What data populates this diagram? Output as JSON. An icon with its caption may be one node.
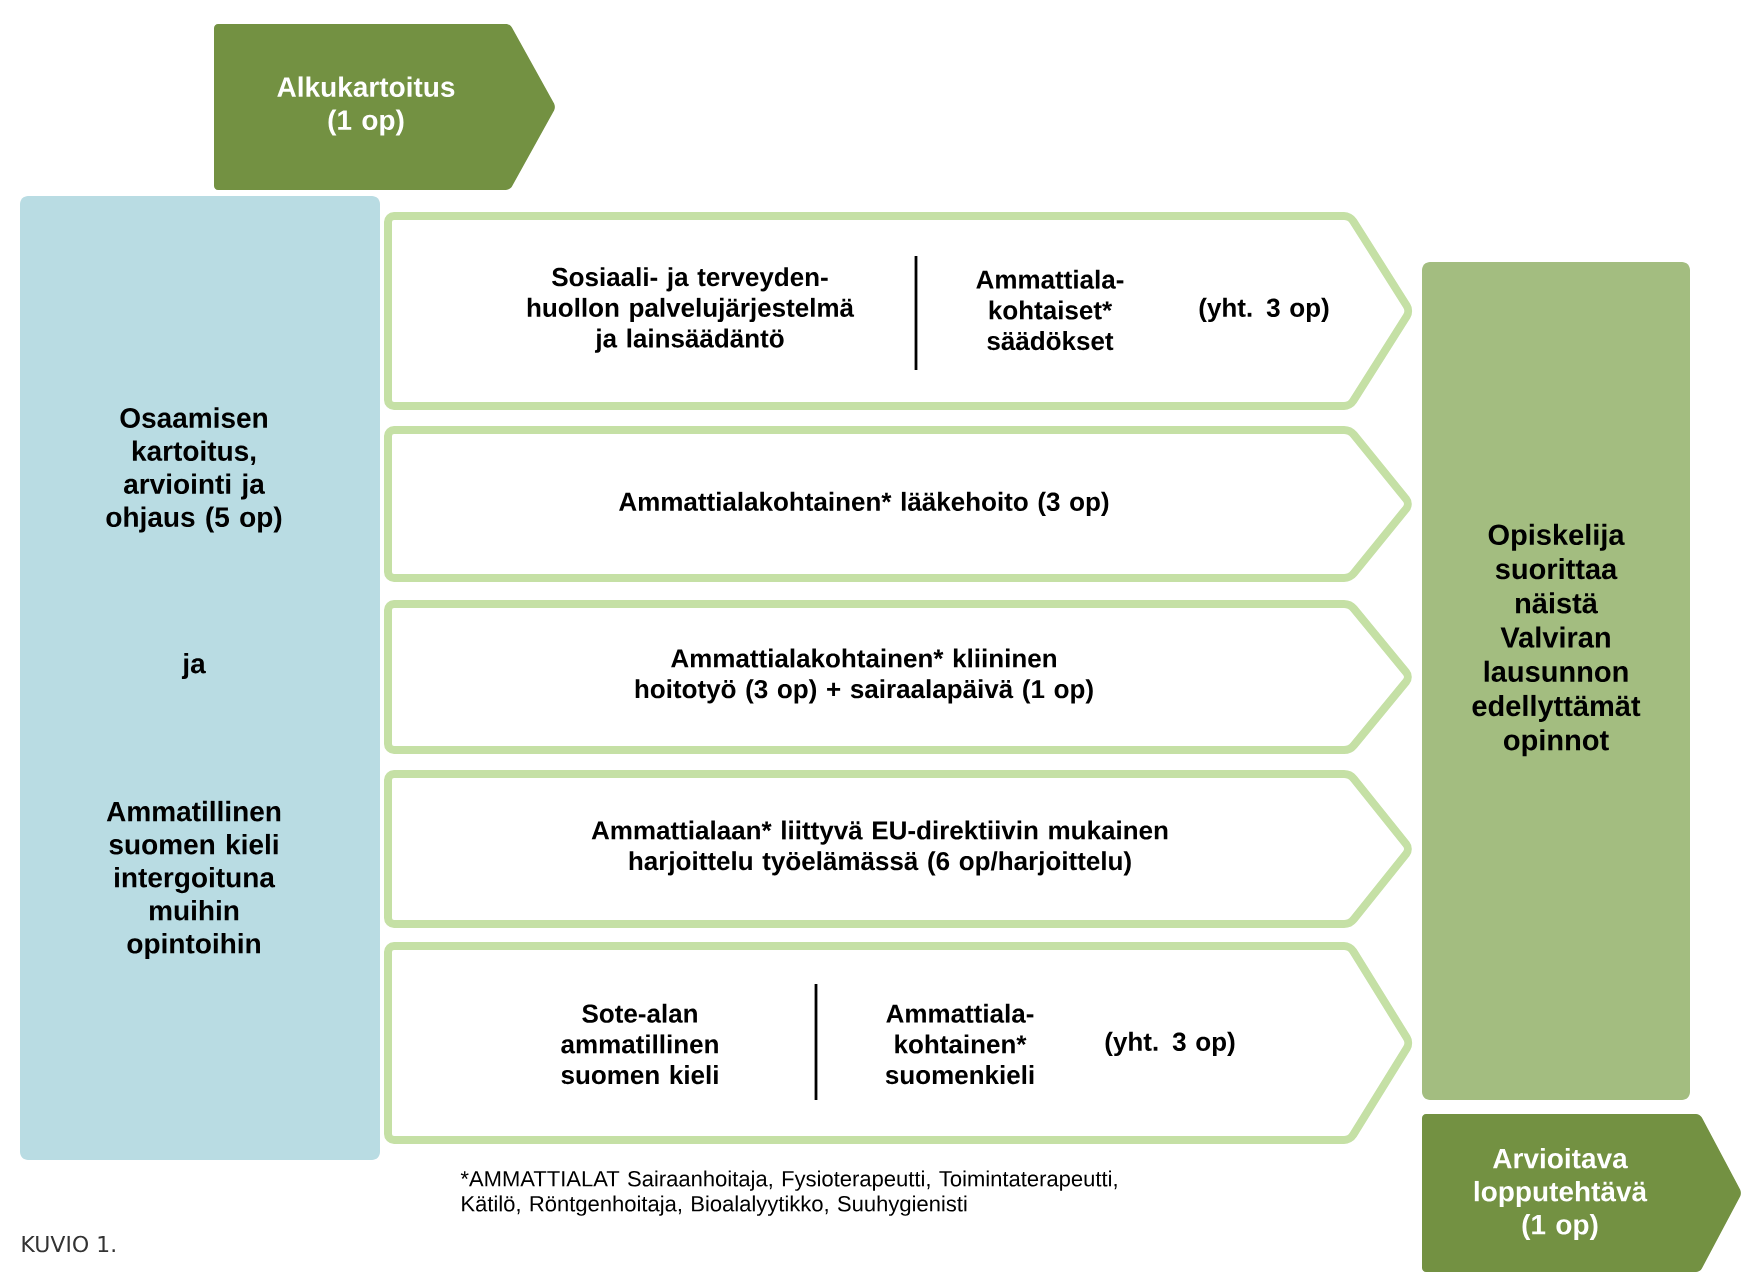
{
  "diagram": {
    "caption": "KUVIO 1.",
    "nodes": [
      {
        "text": [
          "Alkukartoitus (1 op)"
        ]
      },
      {
        "text": [
          "Osaamisen kartoitus, arviointi ja ohjaus (5 op)",
          "ja",
          "Ammatillinen suomen kieli intergoituna muihin opintoihin"
        ]
      },
      {
        "text": [
          "Sosiaali- ja terveyden- huollon palvelujärjestelmä ja lainsäädäntö",
          "Ammattiala- kohtaiset* säädökset",
          "(yht. 3 op)"
        ]
      },
      {
        "text": [
          "Ammattialakohtainen* lääkehoito (3 op)"
        ]
      },
      {
        "text": [
          "Ammattialakohtainen* kliininen hoitotyö (3 op) + sairaalapäivä (1 op)"
        ]
      },
      {
        "text": [
          "Ammattialaan* liittyvä EU-direktiivin mukainen harjoittelu työelämässä (6 op/harjoittelu)"
        ]
      },
      {
        "text": [
          "Sote-alan ammatillinen suomen kieli",
          "Ammattiala- kohtainen* suomenkieli",
          "(yht. 3 op)"
        ]
      },
      {
        "text": [
          "Opiskelija suorittaa näistä Valviran lausunnon edellyttämät opinnot"
        ]
      },
      {
        "text": [
          "Arvioitava lopputehtävä (1 op)"
        ]
      }
    ],
    "labels": [
      "*AMMATTIALAT Sairaanhoitaja, Fysioterapeutti, Toimintaterapeutti, Kätilö, Röntgenhoitaja, Bioalalyytikko, Suuhygienisti"
    ]
  }
}
